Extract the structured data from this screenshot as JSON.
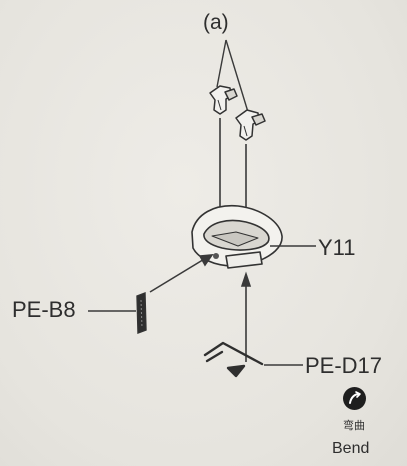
{
  "callout": {
    "label": "(a)"
  },
  "parts": {
    "y11": {
      "label": "Y11"
    },
    "pe_b8": {
      "label": "PE-B8"
    },
    "pe_d17": {
      "label": "PE-D17"
    }
  },
  "bend": {
    "icon": "bend-icon",
    "label_cn": "弯曲",
    "label_en": "Bend"
  },
  "colors": {
    "line": "#3a3a3a",
    "part_fill": "#f2f1ee",
    "part_stroke": "#333333",
    "background": "#e9e7e1"
  }
}
